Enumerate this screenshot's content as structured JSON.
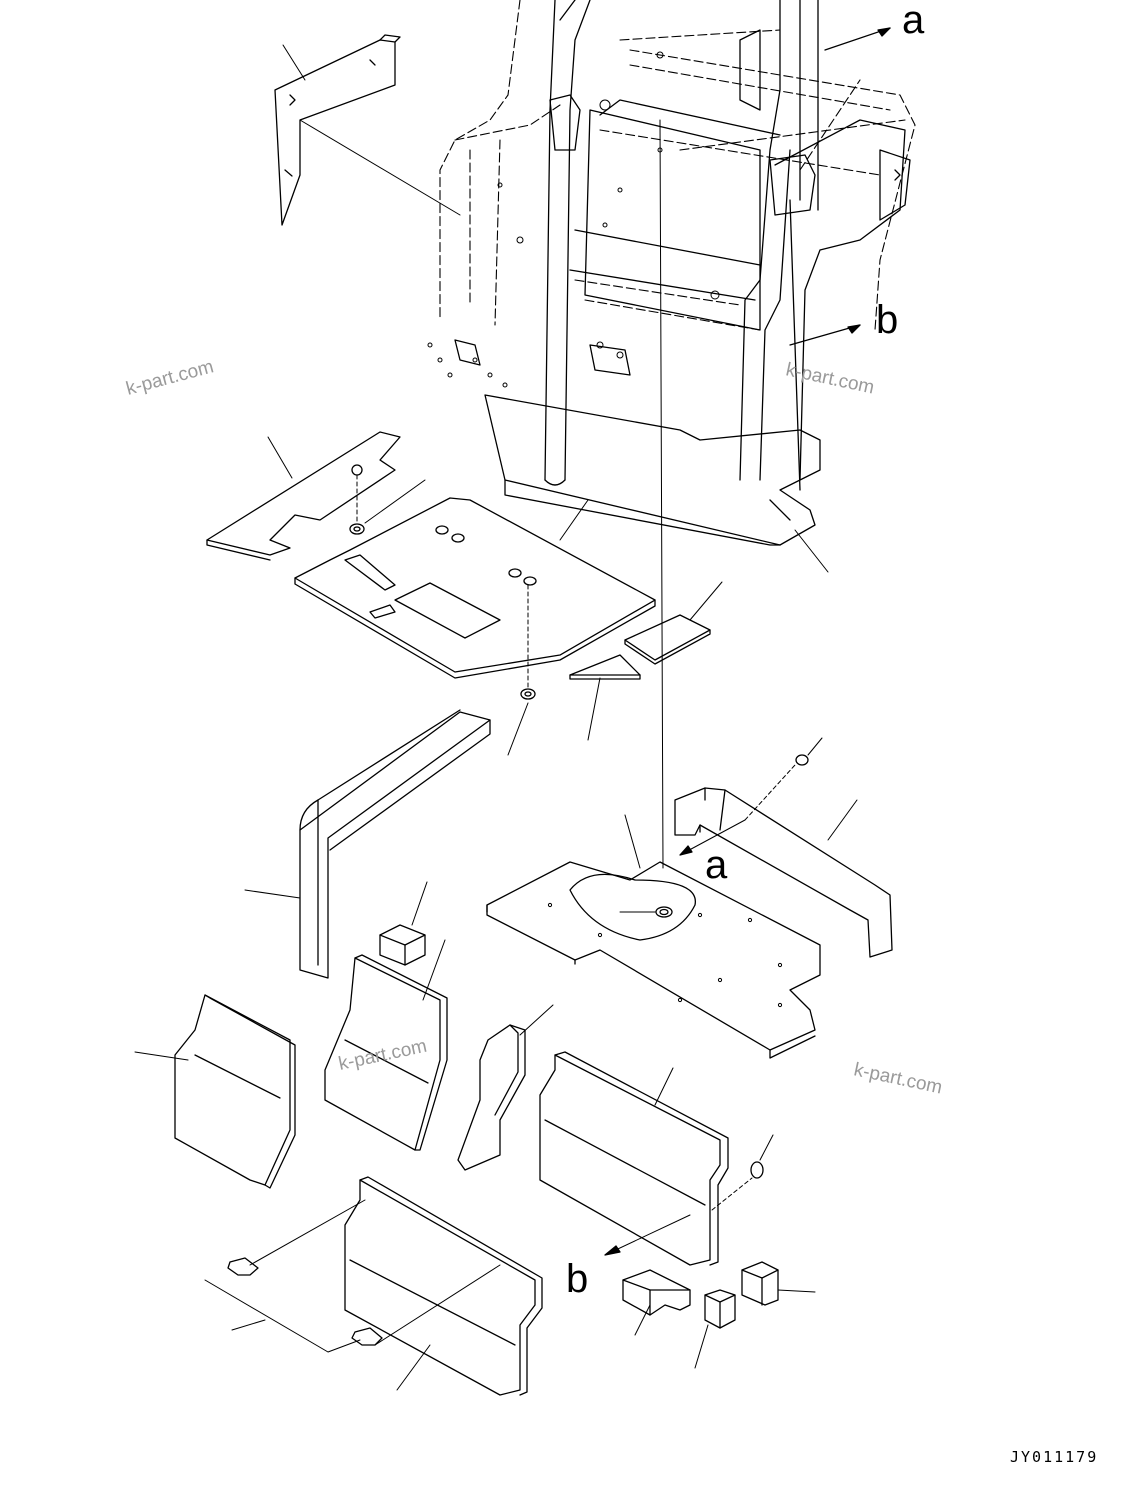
{
  "watermarks": [
    "k-part.com",
    "k-part.com",
    "k-part.com",
    "k-part.com"
  ],
  "callouts": {
    "a_top": "a",
    "b_top": "b",
    "a_bottom": "a",
    "b_bottom": "b"
  },
  "drawing_number": "JY011179"
}
